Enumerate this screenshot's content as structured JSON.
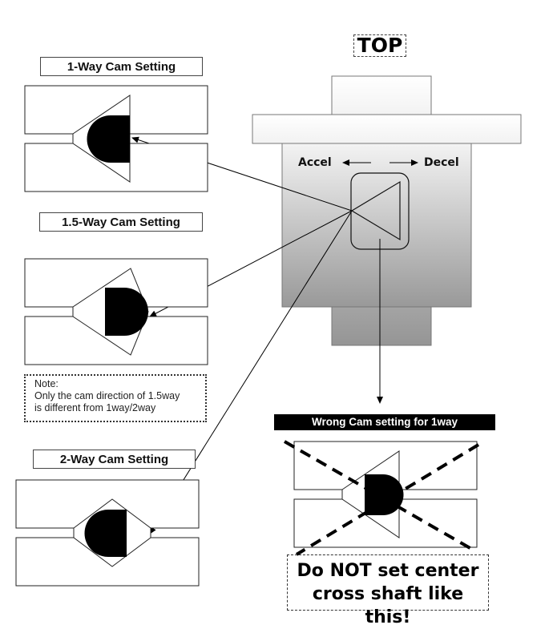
{
  "top_label": "TOP",
  "panels": {
    "one_way": {
      "title": "1-Way Cam Setting"
    },
    "one_five_way": {
      "title": "1.5-Way Cam Setting"
    },
    "two_way": {
      "title": "2-Way Cam Setting"
    }
  },
  "note": {
    "heading": "Note:",
    "line1": "Only the cam direction of 1.5way",
    "line2": "is different from 1way/2way"
  },
  "differential": {
    "accel_label": "Accel",
    "decel_label": "Decel"
  },
  "wrong": {
    "title": "Wrong Cam setting for 1way",
    "warning_line1": "Do NOT set center",
    "warning_line2": "cross shaft like this!"
  },
  "colors": {
    "housing_top": "#f5f5f5",
    "housing_bottom": "#9a9a9a",
    "outline": "#555555",
    "ink": "#000000"
  }
}
